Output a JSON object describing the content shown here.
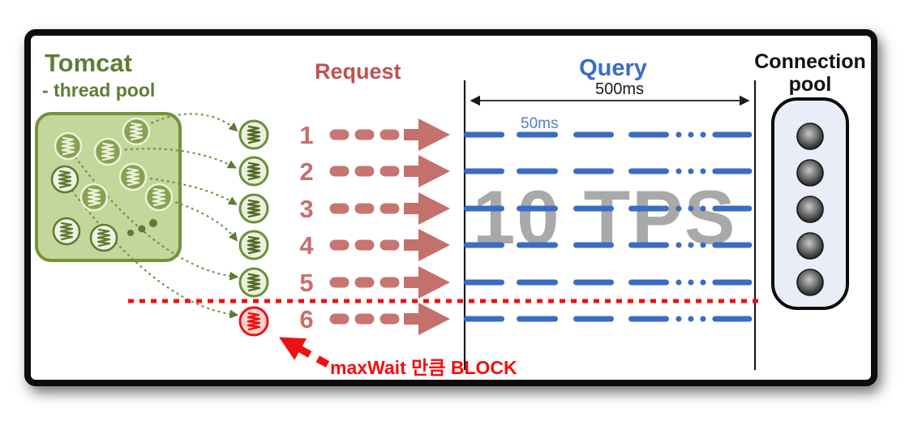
{
  "diagram": {
    "tomcat": {
      "title": "Tomcat",
      "subtitle": "- thread pool"
    },
    "request": {
      "label": "Request",
      "rows": [
        {
          "num": "1"
        },
        {
          "num": "2"
        },
        {
          "num": "3"
        },
        {
          "num": "4"
        },
        {
          "num": "5"
        },
        {
          "num": "6"
        }
      ]
    },
    "query": {
      "label": "Query",
      "total_duration": "500ms",
      "slice_duration": "50ms",
      "throughput": "10 TPS"
    },
    "connection_pool": {
      "title_line1": "Connection",
      "title_line2": "pool",
      "connection_count": 5
    },
    "block_note": "maxWait 만큼 BLOCK",
    "colors": {
      "tomcat_green": "#5f7d35",
      "pool_fill": "#c3d69b",
      "request_salmon": "#c0504d",
      "query_blue": "#3a6cc6",
      "watermark_gray": "#a9a9a9",
      "block_red": "#ee1111",
      "connection_pool_fill": "#e8edf8"
    }
  }
}
